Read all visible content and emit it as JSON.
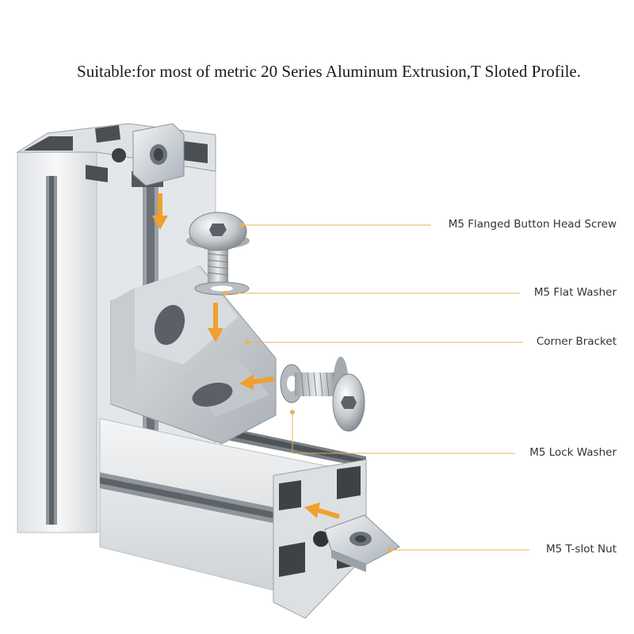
{
  "title": "Suitable:for most of metric 20 Series Aluminum Extrusion,T Sloted Profile.",
  "colors": {
    "arrow": "#f0a030",
    "leader": "#e8b25a",
    "aluminum_light": "#eef0f2",
    "aluminum_mid": "#c9cdd1",
    "aluminum_dark": "#6f757b",
    "slot_dark": "#3a3d40"
  },
  "callouts": [
    {
      "id": "screw",
      "label": "M5 Flanged Button Head Screw"
    },
    {
      "id": "flat-washer",
      "label": "M5 Flat Washer"
    },
    {
      "id": "bracket",
      "label": "Corner Bracket"
    },
    {
      "id": "lock-washer",
      "label": "M5 Lock Washer"
    },
    {
      "id": "tslot-nut",
      "label": "M5 T-slot Nut"
    }
  ]
}
